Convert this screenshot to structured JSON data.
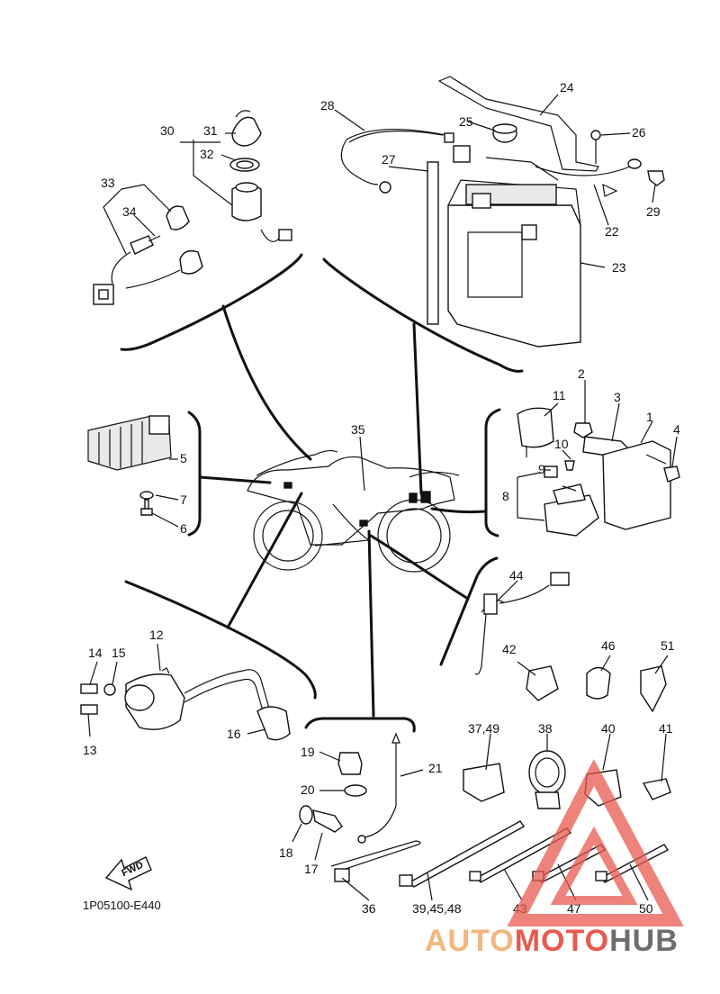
{
  "diagram_code": "1P05100-E440",
  "fwd_label": "FWD",
  "watermark": {
    "part1": "AUTO",
    "part2": "MOTO",
    "part3": "HUB",
    "color1": "#f2b77f",
    "color2": "#e85a4f",
    "color3": "#6e6e6e"
  },
  "callouts": [
    "1",
    "2",
    "3",
    "4",
    "5",
    "6",
    "7",
    "8",
    "9",
    "10",
    "11",
    "12",
    "13",
    "14",
    "15",
    "16",
    "17",
    "18",
    "19",
    "20",
    "21",
    "22",
    "23",
    "24",
    "25",
    "26",
    "27",
    "28",
    "29",
    "30",
    "31",
    "32",
    "33",
    "34",
    "35",
    "36",
    "37,49",
    "38",
    "39,45,48",
    "40",
    "41",
    "42",
    "43",
    "44",
    "46",
    "47",
    "50",
    "51"
  ]
}
